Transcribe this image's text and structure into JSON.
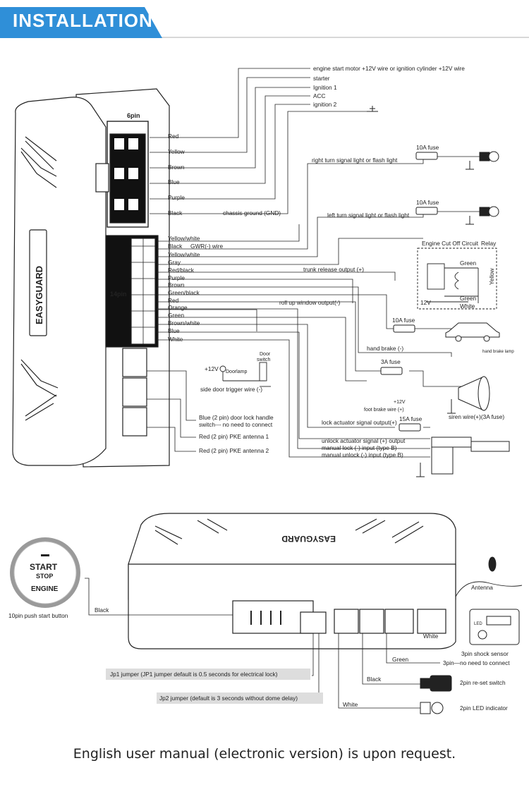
{
  "header": {
    "title": "INSTALLATION"
  },
  "top_unit": {
    "brand": "EASYGUARD",
    "connector_6pin": "6pin",
    "connector_14pin": "14pin",
    "wires_6pin": [
      "Red",
      "Yellow",
      "Brown",
      "Blue",
      "Purple",
      "Black"
    ],
    "chassis_ground": "chassis ground (GND)",
    "wires_14pin": [
      "Yellow/white",
      "Black",
      "Yellow/white",
      "Gray",
      "Red/black",
      "Purple",
      "Brown",
      "Green/black",
      "Red",
      "Orange",
      "Green",
      "Brown/white",
      "Blue",
      "White"
    ],
    "gwr": "GWR(-) wire"
  },
  "ignition_labels": [
    "engine start motor +12V wire or ignition cylinder +12V wire",
    "starter",
    "Ignition 1",
    "ACC",
    "ignition 2"
  ],
  "annotations": {
    "right_turn": "right turn signal light or flash light",
    "left_turn": "left turn signal light or flash light",
    "fuse_10a": "10A fuse",
    "fuse_3a": "3A fuse",
    "fuse_15a": "15A fuse",
    "engine_cut": "Engine Cut Off Circuit",
    "relay": "Relay",
    "green": "Green",
    "yellow": "Yellow",
    "white": "White",
    "v12": "12V",
    "trunk": "trunk release output (+)",
    "roll_up": "roll up window output(-)",
    "hand_brake": "hand brake (-)",
    "hand_brake_lamp": "hand brake lamp",
    "plus12": "+12V",
    "door_lamp": "Doorlamp",
    "door_switch_1": "Door",
    "door_switch_2": "switch",
    "side_door": "side door trigger wire (-)",
    "foot_brake": "foot brake wire (+)",
    "siren": "siren wire(+)(3A fuse)",
    "lock_actuator": "lock actuator signal output(+)",
    "unlock_actuator": "unlock actuator signal (+) output",
    "manual_lock": "manual lock (-) input (type B)",
    "manual_unlock": "manual unlock (-) input (type B)",
    "blue_2pin_1": "Blue (2 pin) door lock handle",
    "blue_2pin_2": "switch--- no need to connect",
    "pke1": "Red (2 pin) PKE antenna 1",
    "pke2": "Red (2 pin) PKE antenna 2"
  },
  "bottom_unit": {
    "brand": "EASYGUARD",
    "start_button": {
      "start": "START",
      "stop": "STOP",
      "engine": "ENGINE"
    },
    "push_start": "10pin push start button",
    "black": "Black",
    "antenna": "Antenna",
    "white_tag": "White",
    "led": "LED",
    "shock": "3pin shock sensor",
    "green": "Green",
    "no_need": "3pin—no need to connect",
    "reset_black": "Black",
    "reset": "2pin re-set switch",
    "led_white": "White",
    "led_ind": "2pin LED indicator",
    "jp1": "Jp1 jumper (JP1 jumper default is 0.5 seconds for electrical lock)",
    "jp2": "Jp2 jumper (default is 3 seconds without dome delay)"
  },
  "footer": "English user manual (electronic version) is upon request."
}
